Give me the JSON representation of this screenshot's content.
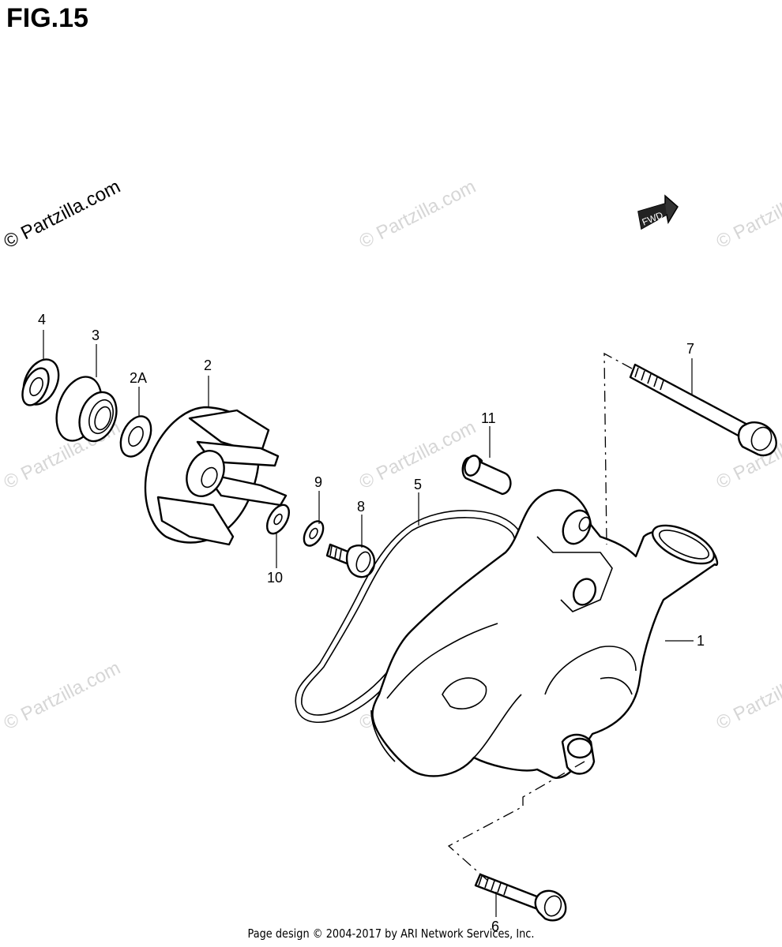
{
  "figure": {
    "title": "FIG.15"
  },
  "fwd_label": "FWD",
  "watermark": "© Partzilla.com",
  "footer": "Page design © 2004-2017 by ARI Network Services, Inc.",
  "callouts": {
    "c1": "1",
    "c2": "2",
    "c2a": "2A",
    "c3": "3",
    "c4": "4",
    "c5": "5",
    "c6": "6",
    "c7": "7",
    "c8": "8",
    "c9": "9",
    "c10": "10",
    "c11": "11"
  }
}
